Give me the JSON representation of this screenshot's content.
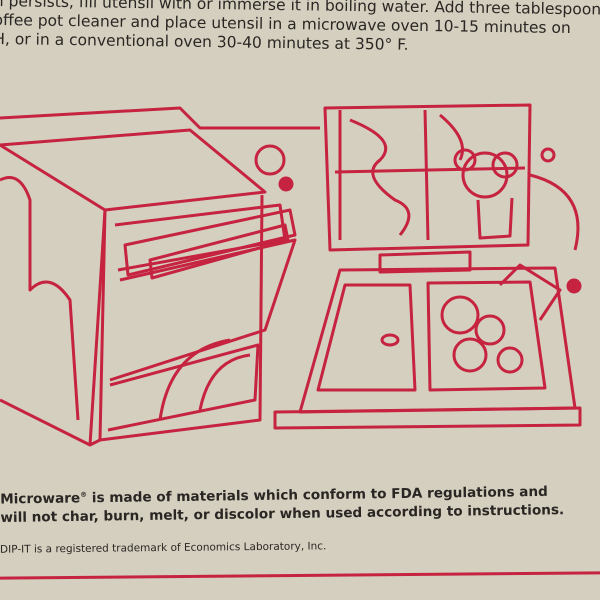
{
  "instructions": {
    "lines": [
      "n persists, fill utensil with or immerse it in boiling water. Add three tablespoons",
      "offee pot cleaner and place utensil in a microwave oven 10-15 minutes on",
      "H, or in a conventional oven 30-40 minutes at 350° F."
    ]
  },
  "notice": {
    "brand": "Microware",
    "brand_mark": "®",
    "line1_rest": " is made of materials which conform to FDA regulations and",
    "line2": "will not char, burn, melt, or discolor when used according to instructions."
  },
  "trademark": "DIP-IT is a registered trademark of Economics Laboratory, Inc.",
  "colors": {
    "ink": "#c62340",
    "paper": "#d5cfbf",
    "text": "#2a2623"
  }
}
